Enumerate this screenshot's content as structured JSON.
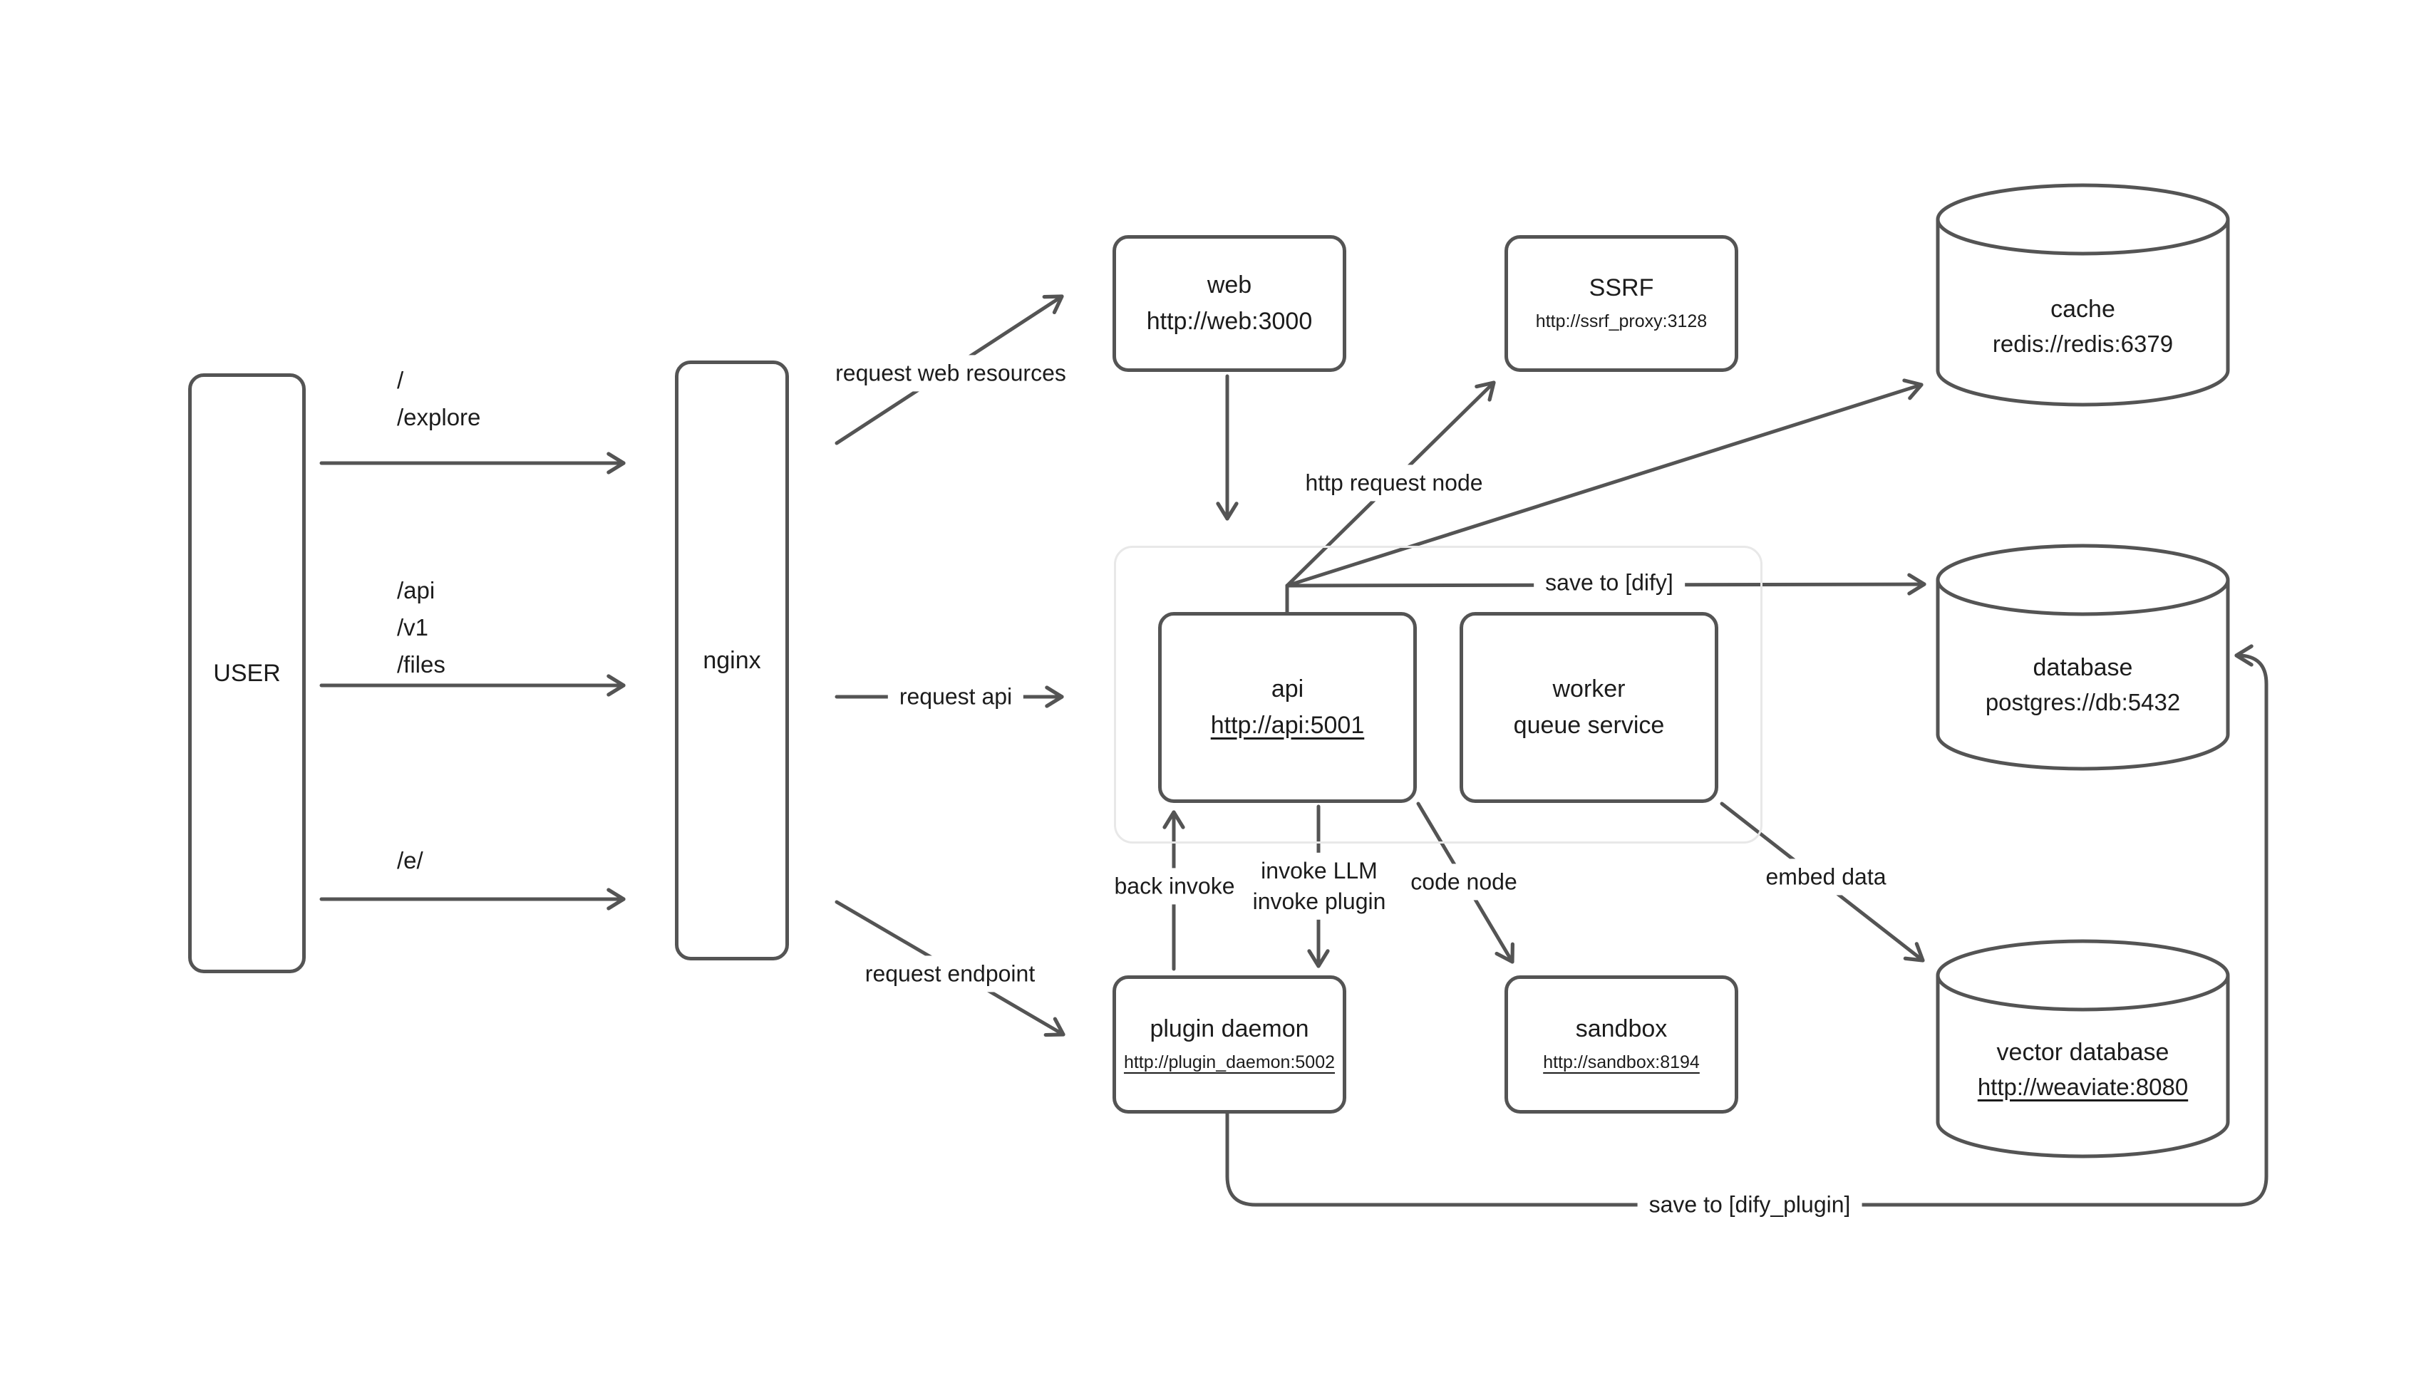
{
  "colors": {
    "stroke": "#545454",
    "text": "#1c1c1c",
    "group_border": "#e8e8e8",
    "background": "#ffffff"
  },
  "nodes": {
    "user": {
      "label": "USER"
    },
    "nginx": {
      "label": "nginx"
    },
    "web": {
      "title": "web",
      "subtitle": "http://web:3000"
    },
    "ssrf": {
      "title": "SSRF",
      "subtitle": "http://ssrf_proxy:3128"
    },
    "cache": {
      "title": "cache",
      "subtitle": "redis://redis:6379"
    },
    "api": {
      "title": "api",
      "subtitle": "http://api:5001"
    },
    "worker": {
      "title": "worker",
      "subtitle": "queue service"
    },
    "database": {
      "title": "database",
      "subtitle": "postgres://db:5432"
    },
    "plugin_daemon": {
      "title": "plugin daemon",
      "subtitle": "http://plugin_daemon:5002"
    },
    "sandbox": {
      "title": "sandbox",
      "subtitle": "http://sandbox:8194"
    },
    "vector_database": {
      "title": "vector database",
      "subtitle": "http://weaviate:8080"
    }
  },
  "edges": {
    "user_routes_web": {
      "line1": "/",
      "line2": "/explore"
    },
    "user_routes_api": {
      "line1": "/api",
      "line2": "/v1",
      "line3": "/files"
    },
    "user_routes_plugin": {
      "line1": "/e/"
    },
    "request_web": "request web resources",
    "request_api": "request api",
    "request_endpoint": "request endpoint",
    "http_request_node": "http request node",
    "save_to_dify": "save to [dify]",
    "back_invoke": "back invoke",
    "invoke": {
      "line1": "invoke LLM",
      "line2": "invoke plugin"
    },
    "code_node": "code node",
    "embed_data": "embed data",
    "save_to_dify_plugin": "save to [dify_plugin]"
  }
}
